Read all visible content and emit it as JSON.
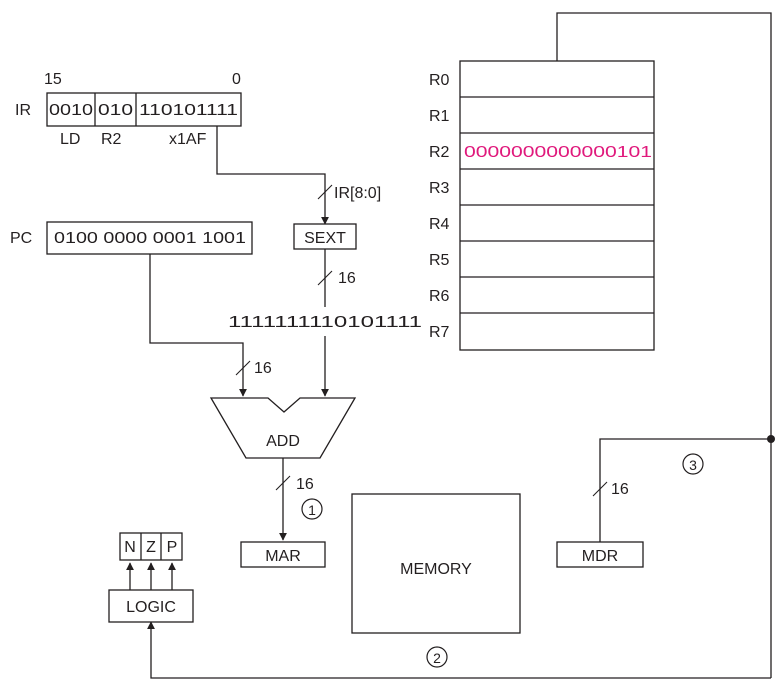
{
  "ir": {
    "label": "IR",
    "bit_high": "15",
    "bit_low": "0",
    "fields": [
      "0010",
      "010",
      "110101111"
    ],
    "field_labels": [
      "LD",
      "R2",
      "x1AF"
    ]
  },
  "pc": {
    "label": "PC",
    "value": "0100 0000 0001 1001"
  },
  "sext": {
    "label": "SEXT",
    "input_label": "IR[8:0]",
    "width": "16",
    "output": "1111111110101111"
  },
  "adder": {
    "label": "ADD",
    "input_width": "16",
    "output_width": "16"
  },
  "mar": {
    "label": "MAR"
  },
  "memory": {
    "label": "MEMORY"
  },
  "mdr": {
    "label": "MDR",
    "width": "16"
  },
  "logic": {
    "label": "LOGIC",
    "flags": [
      "N",
      "Z",
      "P"
    ]
  },
  "register_file": {
    "registers": [
      {
        "name": "R0",
        "value": ""
      },
      {
        "name": "R1",
        "value": ""
      },
      {
        "name": "R2",
        "value": "0000000000000101"
      },
      {
        "name": "R3",
        "value": ""
      },
      {
        "name": "R4",
        "value": ""
      },
      {
        "name": "R5",
        "value": ""
      },
      {
        "name": "R6",
        "value": ""
      },
      {
        "name": "R7",
        "value": ""
      }
    ]
  },
  "steps": [
    "1",
    "2",
    "3"
  ],
  "colors": {
    "highlight": "#e0197c",
    "line": "#231f20"
  }
}
